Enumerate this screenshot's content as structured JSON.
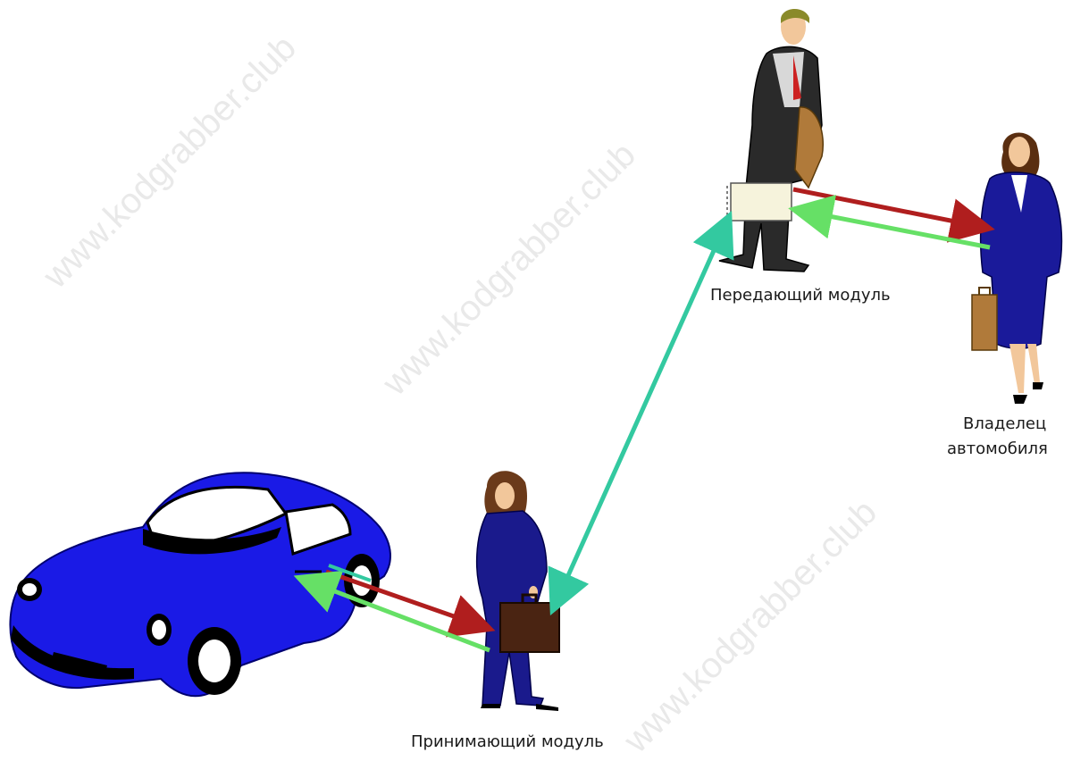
{
  "labels": {
    "transmitter": "Передающий модуль",
    "owner_line1": "Владелец",
    "owner_line2": "автомобиля",
    "receiver": "Принимающий модуль"
  },
  "watermark": "www.kodgrabber.club",
  "colors": {
    "car": "#1a1ae6",
    "red_arrow": "#b01e1e",
    "green_arrow": "#66e066",
    "teal_arrow": "#33c9a0",
    "suit_dark": "#222222",
    "suit_blue": "#1a1a8c",
    "case_brown": "#4a2412",
    "case_tan": "#b07a3a"
  }
}
